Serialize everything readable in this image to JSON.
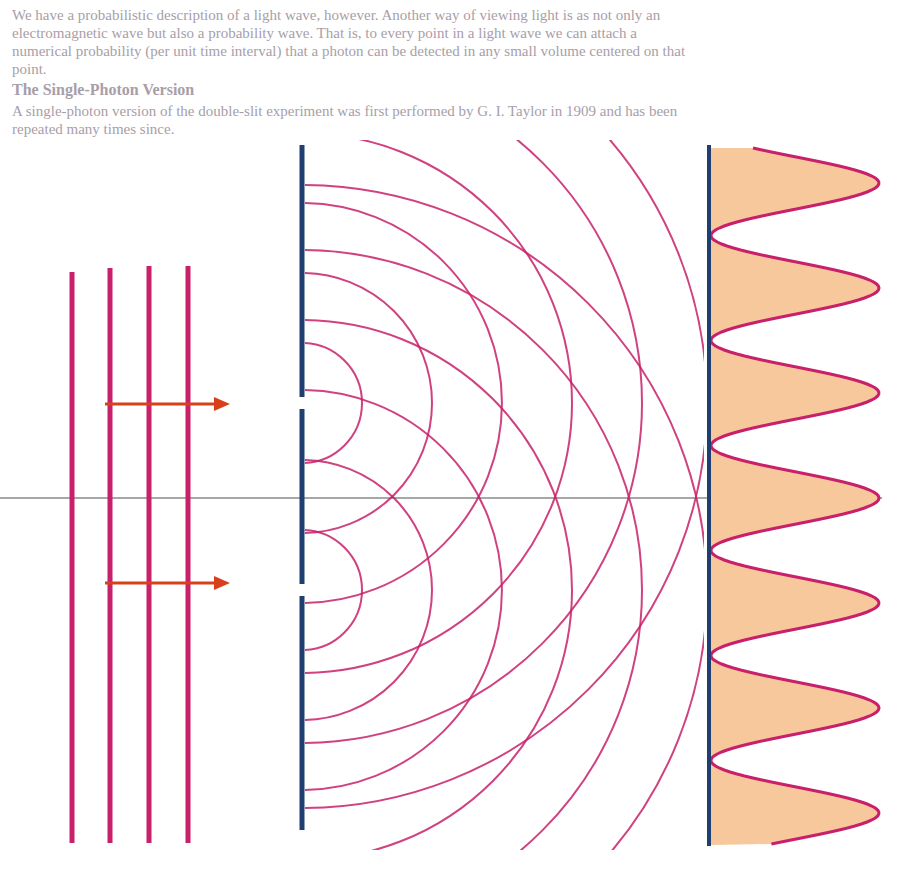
{
  "diagram": {
    "labels": [
      "We have a probabilistic description of a light wave, however. Another way of viewing light is as not only an electromagnetic wave but also a probability wave. That is, to every point in a light wave we can attach a numerical probability (per unit time interval) that a photon can be detected in any small volume centered on that point.",
      "The Single-Photon Version",
      "A single-photon version of the double-slit experiment was first performed by G. I. Taylor in 1909 and has been repeated many times since."
    ]
  }
}
